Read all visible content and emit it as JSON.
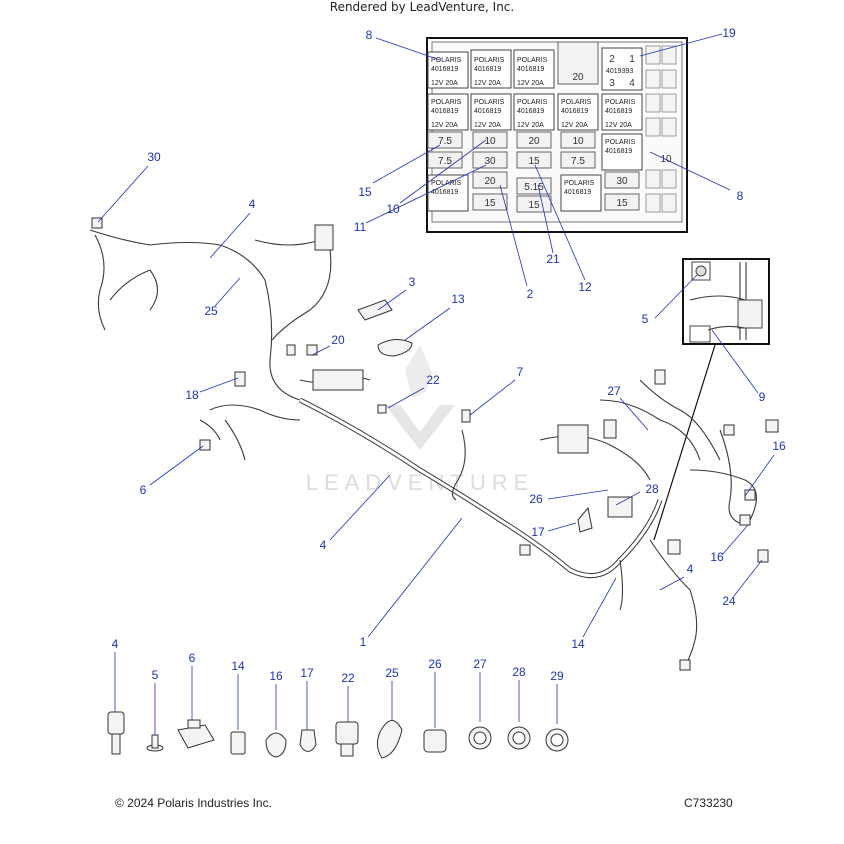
{
  "diagram": {
    "callouts": [
      "1",
      "2",
      "3",
      "4",
      "5",
      "6",
      "7",
      "8",
      "9",
      "10",
      "11",
      "12",
      "13",
      "14",
      "15",
      "16",
      "17",
      "18",
      "19",
      "20",
      "21",
      "22",
      "24",
      "25",
      "26",
      "27",
      "28",
      "29",
      "30"
    ],
    "fuse_box": {
      "relay_brand": "POLARIS",
      "relay_part": "4016819",
      "relay_rating": "12V  20A",
      "relay_pins": [
        "2",
        "1",
        "3",
        "4"
      ],
      "relay_alt_part": "4019393",
      "fuse_values": [
        "20",
        "7.5",
        "10",
        "20",
        "10",
        "7.5",
        "30",
        "15",
        "7.5",
        "10",
        "20",
        "30",
        "15",
        "15",
        "15",
        "5.15"
      ]
    },
    "watermark": "LEADVENTURE",
    "brand_color": "#1f33b8"
  },
  "footer": {
    "copyright": "© 2024 Polaris Industries Inc.",
    "figure_code": "C733230",
    "rendered_by": "Rendered by LeadVenture, Inc."
  }
}
